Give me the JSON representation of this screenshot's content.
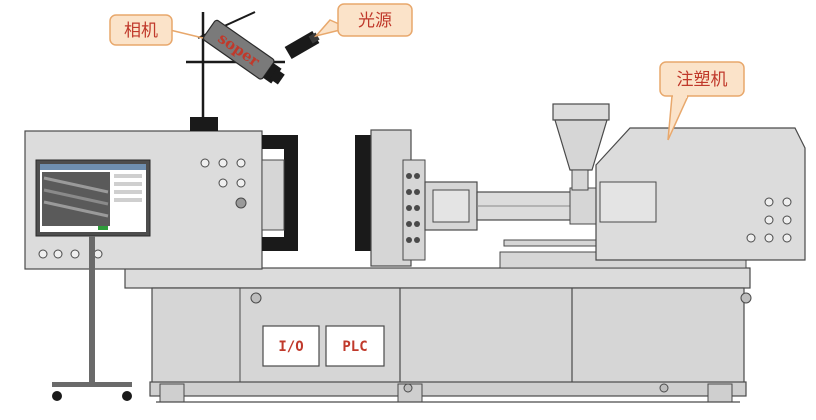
{
  "callouts": {
    "camera": "相机",
    "light": "光源",
    "machine": "注塑机"
  },
  "camera_brand": "soper",
  "panel_boxes": {
    "io": "I/O",
    "plc": "PLC"
  },
  "colors": {
    "callout_fill": "#fbe3c9",
    "callout_stroke": "#e8a86c",
    "callout_text": "#c0392b",
    "machine_body": "#d9d9d9",
    "machine_outline": "#4a4a4a",
    "dark_part": "#1a1a1a"
  }
}
